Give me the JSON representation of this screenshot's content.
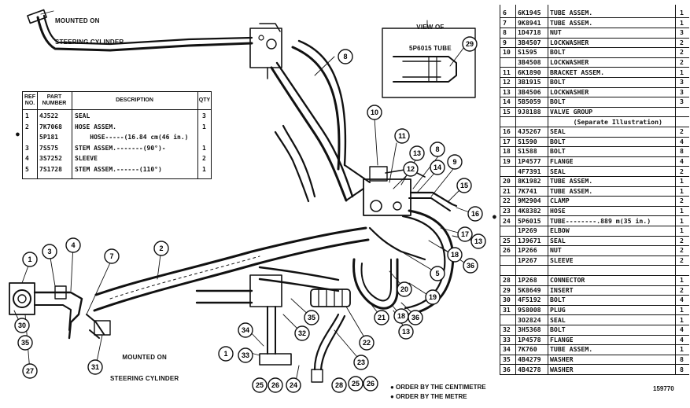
{
  "labels": {
    "mounted_top_line1": "MOUNTED ON",
    "mounted_top_line2": "STEERING CYLINDER",
    "view_line1": "VIEW OF",
    "view_line2": "5P6015 TUBE",
    "mounted_bottom_line1": "MOUNTED ON",
    "mounted_bottom_line2": "STEERING CYLINDER"
  },
  "callouts": [
    {
      "n": "1",
      "pos": "lower-left mount"
    },
    {
      "n": "3",
      "pos": "left"
    },
    {
      "n": "4",
      "pos": "left"
    },
    {
      "n": "7",
      "pos": "left"
    },
    {
      "n": "2",
      "pos": "hose"
    },
    {
      "n": "8",
      "pos": "top"
    },
    {
      "n": "29",
      "pos": "view"
    },
    {
      "n": "10",
      "pos": "center"
    },
    {
      "n": "11",
      "pos": "center"
    },
    {
      "n": "13",
      "pos": "center"
    },
    {
      "n": "8",
      "pos": "center"
    },
    {
      "n": "12",
      "pos": "center"
    },
    {
      "n": "14",
      "pos": "center"
    },
    {
      "n": "9",
      "pos": "center"
    },
    {
      "n": "15",
      "pos": "right"
    },
    {
      "n": "16",
      "pos": "right"
    },
    {
      "n": "17",
      "pos": "right"
    },
    {
      "n": "13",
      "pos": "right"
    },
    {
      "n": "18",
      "pos": "right"
    },
    {
      "n": "36",
      "pos": "right"
    },
    {
      "n": "5",
      "pos": "right"
    },
    {
      "n": "19",
      "pos": "right"
    },
    {
      "n": "20",
      "pos": "right"
    },
    {
      "n": "21",
      "pos": "bottom"
    },
    {
      "n": "18",
      "pos": "bottom"
    },
    {
      "n": "36",
      "pos": "bottom"
    },
    {
      "n": "13",
      "pos": "bottom"
    },
    {
      "n": "22",
      "pos": "bottom"
    },
    {
      "n": "23",
      "pos": "bottom"
    },
    {
      "n": "34",
      "pos": "bottom"
    },
    {
      "n": "35",
      "pos": "bottom"
    },
    {
      "n": "32",
      "pos": "bottom"
    },
    {
      "n": "33",
      "pos": "bottom"
    },
    {
      "n": "1",
      "pos": "bottom"
    },
    {
      "n": "25",
      "pos": "bottom"
    },
    {
      "n": "26",
      "pos": "bottom"
    },
    {
      "n": "24",
      "pos": "bottom"
    },
    {
      "n": "28",
      "pos": "bottom"
    },
    {
      "n": "26",
      "pos": "bottom"
    },
    {
      "n": "25",
      "pos": "bottom"
    },
    {
      "n": "30",
      "pos": "left"
    },
    {
      "n": "35",
      "pos": "left"
    },
    {
      "n": "27",
      "pos": "left"
    },
    {
      "n": "31",
      "pos": "left"
    }
  ],
  "left_table": {
    "headers": {
      "ref1": "REF",
      "ref2": "NO.",
      "part1": "PART",
      "part2": "NUMBER",
      "desc": "DESCRIPTION",
      "qty": "QTY"
    },
    "rows": [
      {
        "ref": "1",
        "part": "4J522",
        "desc": "SEAL",
        "qty": "3"
      },
      {
        "ref": "2",
        "part": "7K7068",
        "desc": "HOSE ASSEM.",
        "qty": "1"
      },
      {
        "ref": "",
        "part": "5P181",
        "desc": "    HOSE-----(16.84 cm(46 in.)",
        "qty": ""
      },
      {
        "ref": "3",
        "part": "7S575",
        "desc": "STEM ASSEM.-------(90°)-",
        "qty": "1"
      },
      {
        "ref": "4",
        "part": "3S7252",
        "desc": "SLEEVE",
        "qty": "2"
      },
      {
        "ref": "5",
        "part": "7S1728",
        "desc": "STEM ASSEM.------(110°)",
        "qty": "1"
      }
    ],
    "marker": "●"
  },
  "right_table": {
    "rows": [
      {
        "ref": "6",
        "part": "6K1945",
        "desc": "TUBE ASSEM.",
        "qty": "1"
      },
      {
        "ref": "7",
        "part": "9K8941",
        "desc": "TUBE ASSEM.",
        "qty": "1"
      },
      {
        "ref": "8",
        "part": "1D4718",
        "desc": "NUT",
        "qty": "3"
      },
      {
        "ref": "9",
        "part": "3B4507",
        "desc": "LOCKWASHER",
        "qty": "2"
      },
      {
        "ref": "10",
        "part": "S1595",
        "desc": "BOLT",
        "qty": "2"
      },
      {
        "ref": "",
        "part": "3B4508",
        "desc": "LOCKWASHER",
        "qty": "2"
      },
      {
        "ref": "11",
        "part": "6K1890",
        "desc": "BRACKET ASSEM.",
        "qty": "1"
      },
      {
        "ref": "12",
        "part": "3B1915",
        "desc": "BOLT",
        "qty": "3"
      },
      {
        "ref": "13",
        "part": "3B4506",
        "desc": "LOCKWASHER",
        "qty": "3"
      },
      {
        "ref": "14",
        "part": "5B5059",
        "desc": "BOLT",
        "qty": "3"
      },
      {
        "ref": "15",
        "part": "9J8188",
        "desc": "VALVE GROUP",
        "qty": ""
      },
      {
        "ref": "",
        "part": "",
        "desc": "      (Separate Illustration)",
        "qty": ""
      },
      {
        "ref": "16",
        "part": "4J5267",
        "desc": "SEAL",
        "qty": "2"
      },
      {
        "ref": "17",
        "part": "S1590",
        "desc": "BOLT",
        "qty": "4"
      },
      {
        "ref": "18",
        "part": "S1588",
        "desc": "BOLT",
        "qty": "8"
      },
      {
        "ref": "19",
        "part": "1P4577",
        "desc": "FLANGE",
        "qty": "4"
      },
      {
        "ref": "",
        "part": "4F7391",
        "desc": "SEAL",
        "qty": "2"
      },
      {
        "ref": "20",
        "part": "8K1982",
        "desc": "TUBE ASSEM.",
        "qty": "1"
      },
      {
        "ref": "21",
        "part": "7K741",
        "desc": "TUBE ASSEM.",
        "qty": "1"
      },
      {
        "ref": "22",
        "part": "9M2904",
        "desc": "CLAMP",
        "qty": "2"
      },
      {
        "ref": "23",
        "part": "4K8382",
        "desc": "HOSE",
        "qty": "1"
      },
      {
        "ref": "24",
        "part": "5P6015",
        "desc": "TUBE--------.889 m(35 in.)",
        "qty": "1"
      },
      {
        "ref": "",
        "part": "1P269",
        "desc": "ELBOW",
        "qty": "1"
      },
      {
        "ref": "25",
        "part": "1J9671",
        "desc": "SEAL",
        "qty": "2"
      },
      {
        "ref": "26",
        "part": "1P266",
        "desc": "NUT",
        "qty": "2"
      },
      {
        "ref": "",
        "part": "1P267",
        "desc": "SLEEVE",
        "qty": "2"
      },
      {
        "ref": "",
        "part": "",
        "desc": "",
        "qty": ""
      },
      {
        "ref": "28",
        "part": "1P268",
        "desc": "CONNECTOR",
        "qty": "1"
      },
      {
        "ref": "29",
        "part": "5K8649",
        "desc": "INSERT",
        "qty": "2"
      },
      {
        "ref": "30",
        "part": "4F5192",
        "desc": "BOLT",
        "qty": "4"
      },
      {
        "ref": "31",
        "part": "9S8008",
        "desc": "PLUG",
        "qty": "1"
      },
      {
        "ref": "",
        "part": "3O2824",
        "desc": "SEAL",
        "qty": "1"
      },
      {
        "ref": "32",
        "part": "3H5368",
        "desc": "BOLT",
        "qty": "4"
      },
      {
        "ref": "33",
        "part": "1P4578",
        "desc": "FLANGE",
        "qty": "4"
      },
      {
        "ref": "34",
        "part": "7K760",
        "desc": "TUBE ASSEM.",
        "qty": "1"
      },
      {
        "ref": "35",
        "part": "4B4279",
        "desc": "WASHER",
        "qty": "8"
      },
      {
        "ref": "36",
        "part": "4B4278",
        "desc": "WASHER",
        "qty": "8"
      }
    ],
    "marker": "●"
  },
  "footnotes": {
    "cm": "● ORDER BY THE CENTIMETRE",
    "metre": "● ORDER BY THE METRE",
    "figure_no": "159770"
  }
}
